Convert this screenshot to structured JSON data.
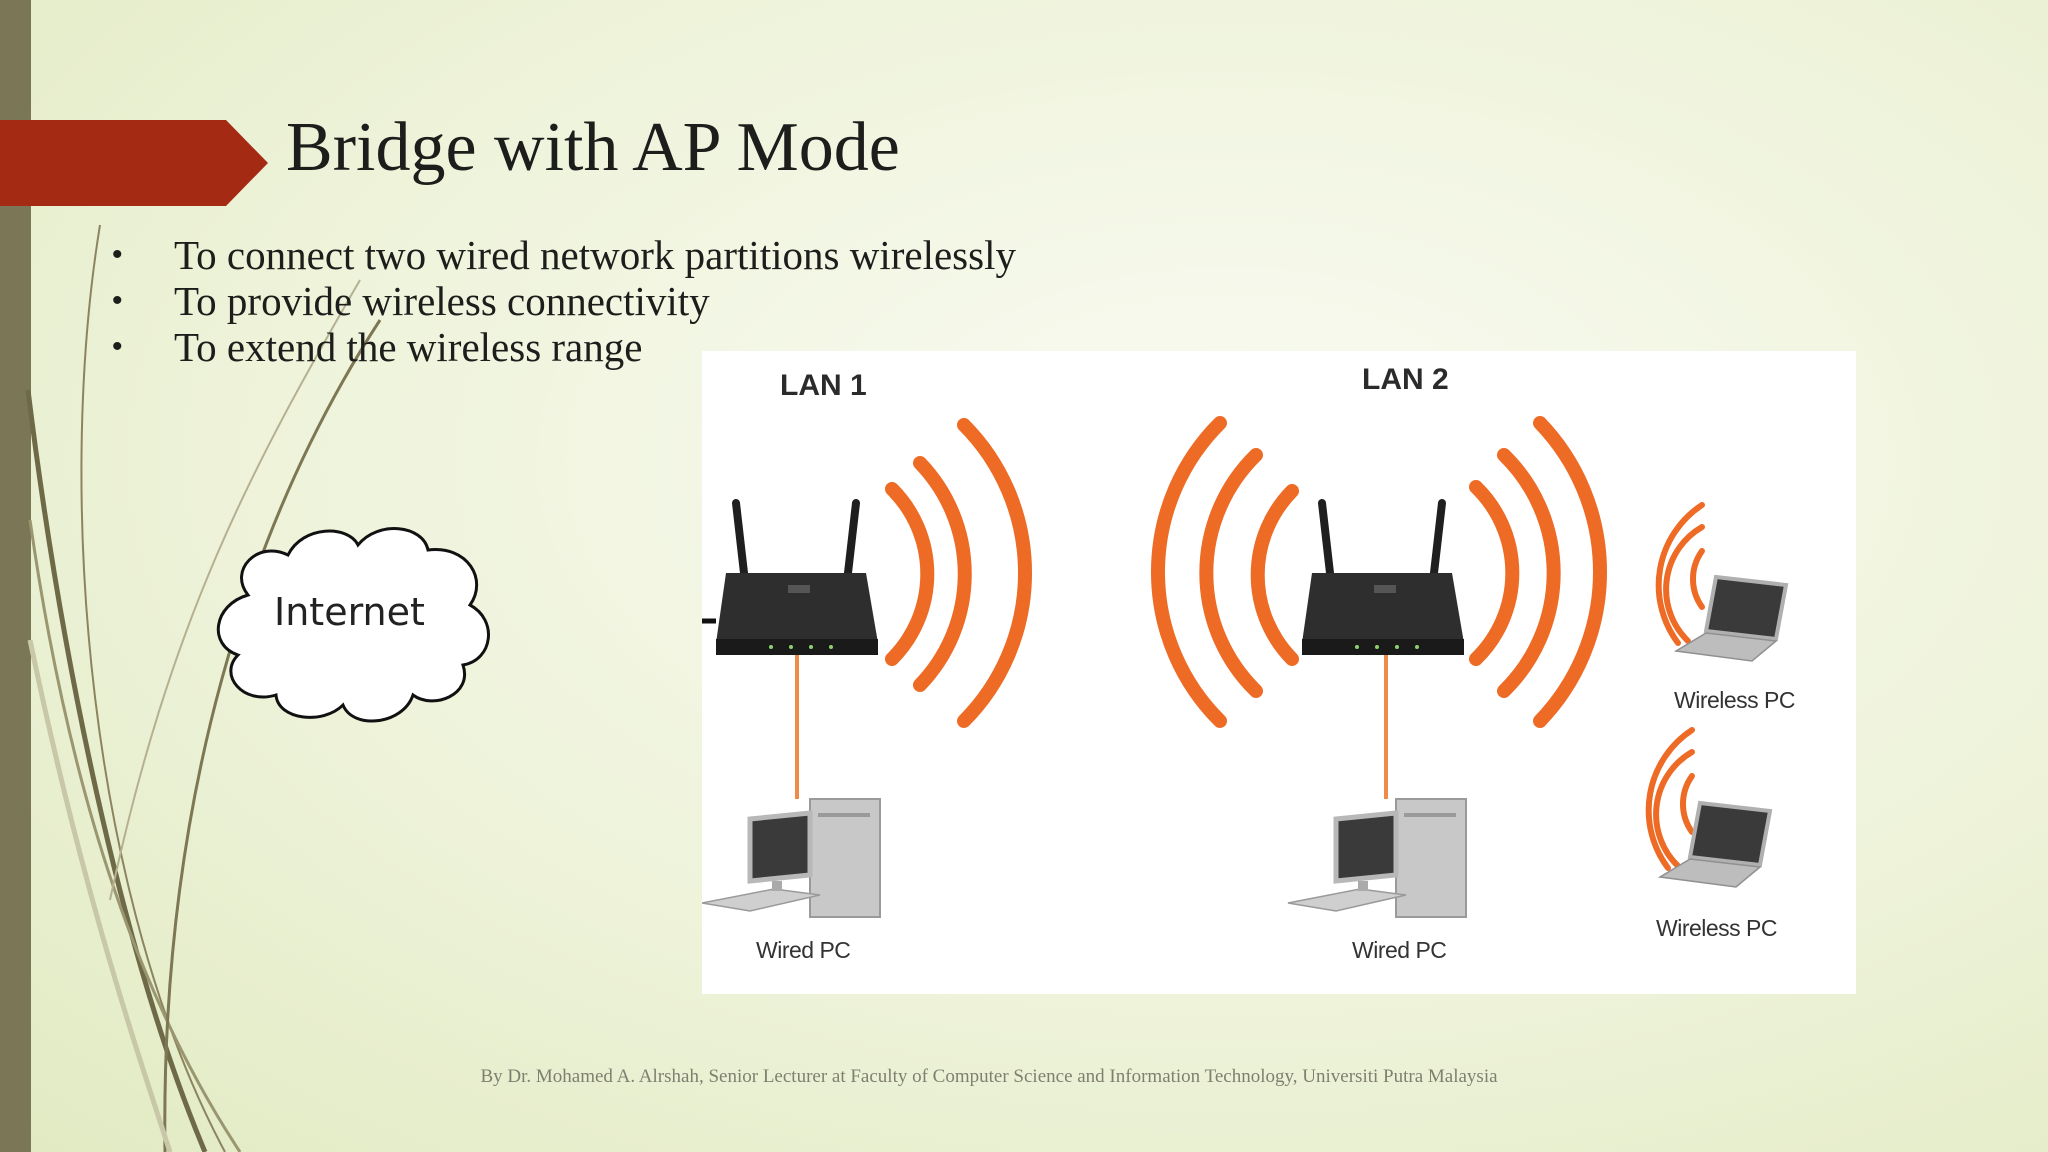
{
  "slide": {
    "title": "Bridge with AP Mode",
    "bullets": [
      "To connect two wired network partitions wirelessly",
      "To provide wireless connectivity",
      "To extend the wireless range"
    ],
    "bullet_glyph": "•",
    "footer": "By Dr. Mohamed A. Alrshah, Senior Lecturer at Faculty of Computer Science and Information Technology, Universiti Putra Malaysia"
  },
  "diagram": {
    "cloud_label": "Internet",
    "lan1_label": "LAN 1",
    "lan2_label": "LAN 2",
    "wired_pc_1_label": "Wired PC",
    "wired_pc_2_label": "Wired PC",
    "wireless_pc_1_label": "Wireless PC",
    "wireless_pc_2_label": "Wireless PC"
  },
  "colors": {
    "accent_arrow": "#a52a14",
    "signal": "#ee6b26",
    "left_bar": "#7b7656",
    "router": "#2a2a2a"
  },
  "icons": [
    "internet-cloud-icon",
    "router-icon",
    "wifi-signal-icon",
    "desktop-pc-icon",
    "laptop-icon"
  ]
}
